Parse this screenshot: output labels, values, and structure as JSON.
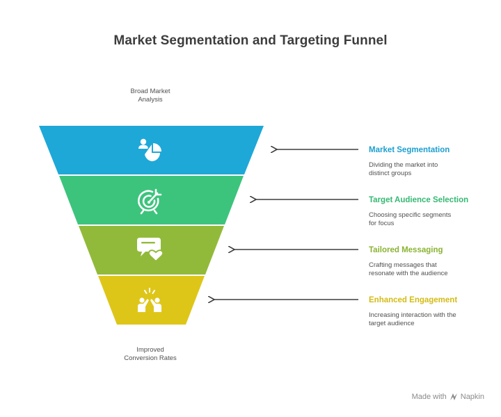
{
  "title": "Market Segmentation and Targeting Funnel",
  "funnel": {
    "top_caption": "Broad Market\nAnalysis",
    "bottom_caption": "Improved\nConversion Rates"
  },
  "stages": [
    {
      "title": "Market Segmentation",
      "description": "Dividing the market into\ndistinct groups",
      "color": "#1ea8d8",
      "title_color": "#1c9fd0",
      "icon": "segmentation-icon"
    },
    {
      "title": "Target Audience Selection",
      "description": "Choosing specific segments\nfor focus",
      "color": "#3cc47c",
      "title_color": "#35b873",
      "icon": "target-icon"
    },
    {
      "title": "Tailored Messaging",
      "description": "Crafting messages that\nresonate with the audience",
      "color": "#92ba3a",
      "title_color": "#8ab332",
      "icon": "message-heart-icon"
    },
    {
      "title": "Enhanced Engagement",
      "description": "Increasing interaction with the\ntarget audience",
      "color": "#dec619",
      "title_color": "#d4bb14",
      "icon": "high-five-icon"
    }
  ],
  "footer": {
    "made_with": "Made with",
    "brand": "Napkin"
  }
}
